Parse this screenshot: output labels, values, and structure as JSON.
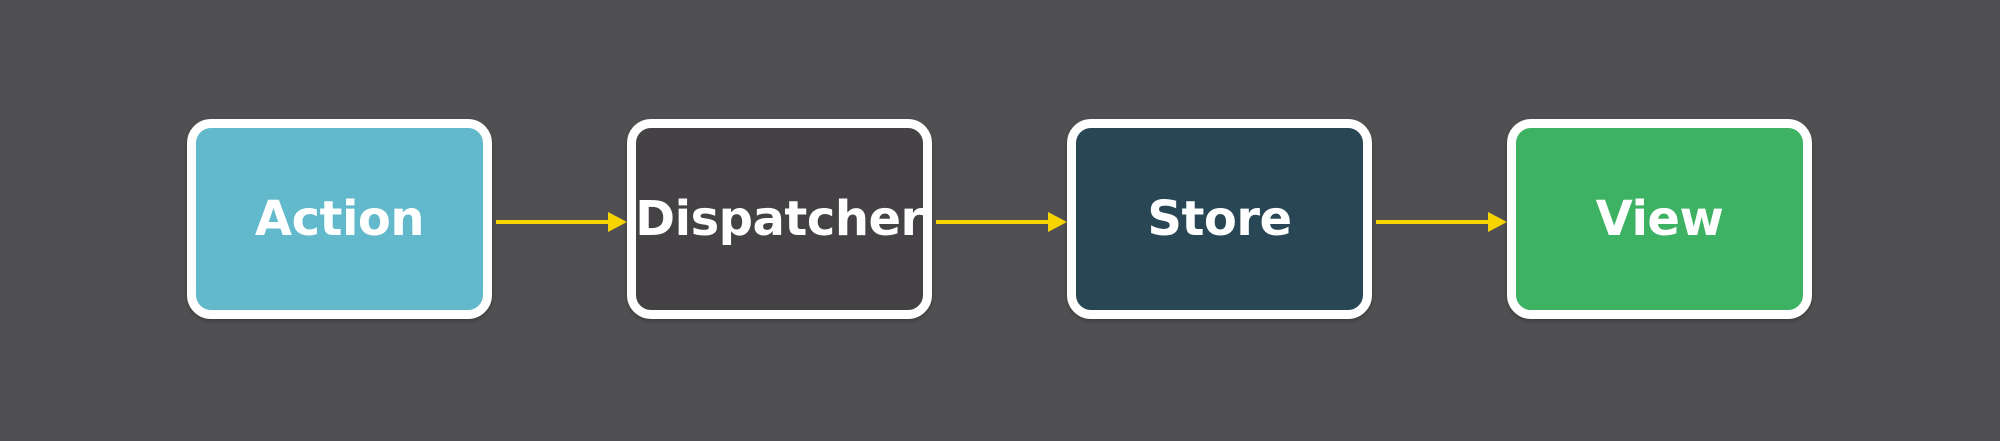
{
  "diagram": {
    "nodes": [
      {
        "label": "Action",
        "color": "#62b9cb"
      },
      {
        "label": "Dispatcher",
        "color": "#444244"
      },
      {
        "label": "Store",
        "color": "#284653"
      },
      {
        "label": "View",
        "color": "#3db263"
      }
    ],
    "edges": [
      {
        "from": "Action",
        "to": "Dispatcher"
      },
      {
        "from": "Dispatcher",
        "to": "Store"
      },
      {
        "from": "Store",
        "to": "View"
      }
    ],
    "arrow_color": "#f7d300",
    "border_color": "#ffffff",
    "background_color": "#505052"
  }
}
